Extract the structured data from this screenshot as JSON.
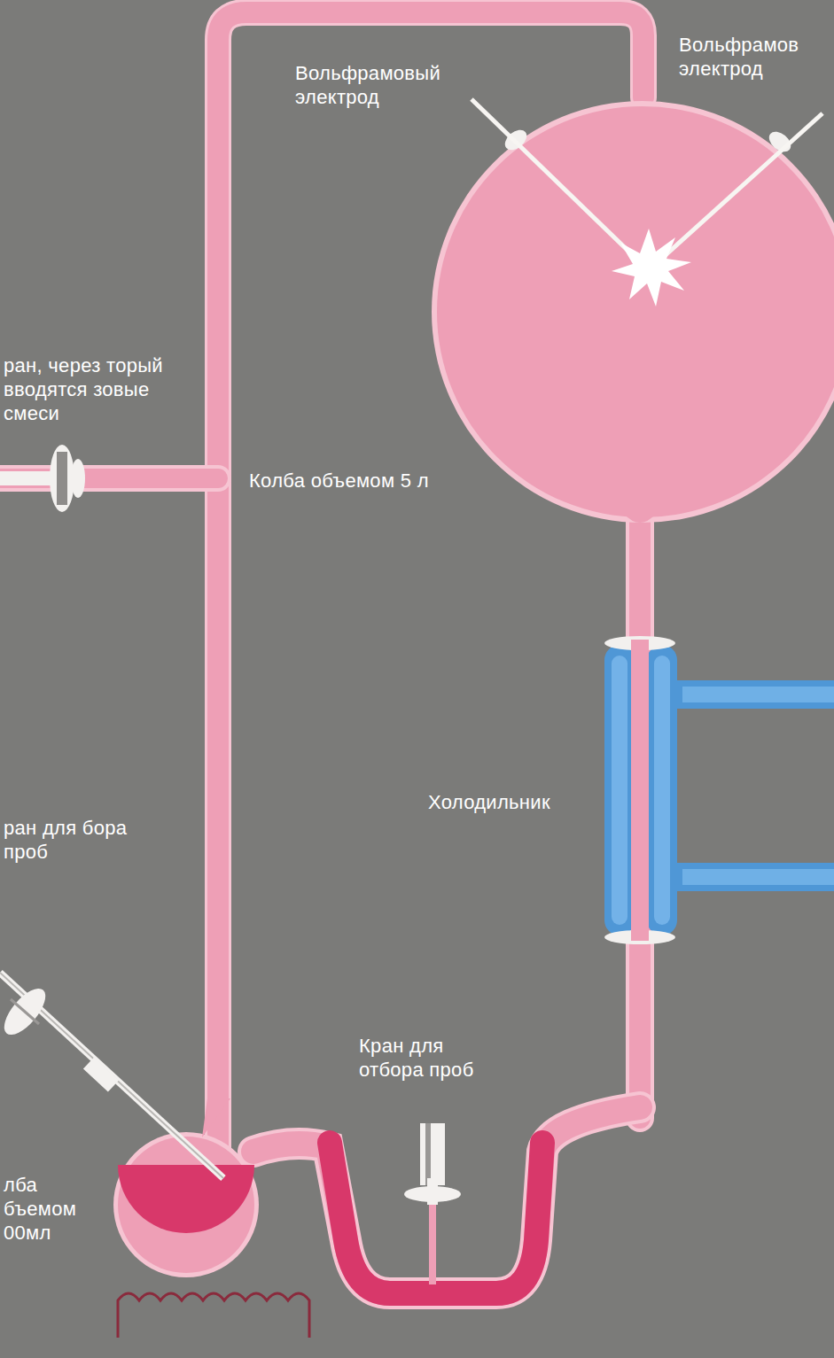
{
  "diagram": {
    "labels": [
      "Вольфрамовый электрод",
      "Вольфрамов электрод",
      "ран, через торый вводятся зовые смеси",
      "Колба объемом 5 л",
      "Холодильник",
      "ран для бора проб",
      "Кран для отбора проб",
      "лба бъемом 00мл"
    ]
  }
}
